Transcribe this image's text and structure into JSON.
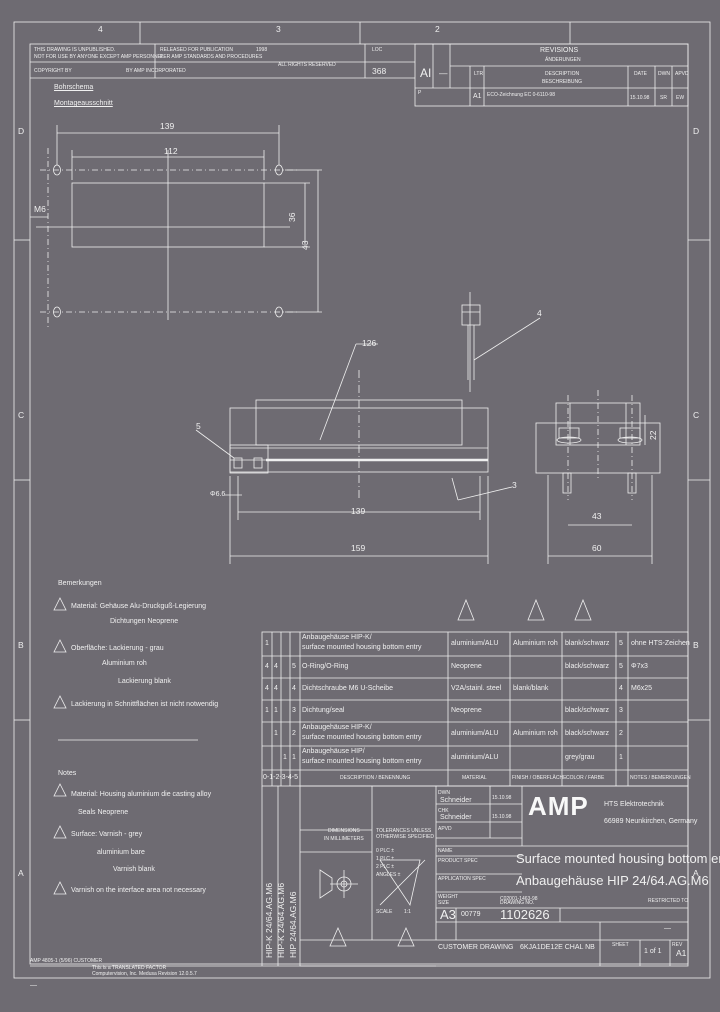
{
  "frame": {
    "cols_top": [
      "4",
      "3",
      "2"
    ],
    "rows_left": [
      "D",
      "C",
      "B",
      "A"
    ],
    "rows_right": [
      "D",
      "C",
      "B",
      "A"
    ]
  },
  "header": {
    "note1": "THIS DRAWING IS UNPUBLISHED.",
    "note2": "NOT FOR USE BY ANYONE EXCEPT AMP PERSONNEL",
    "copyright": "COPYRIGHT BY",
    "amp_inc": "BY AMP INCORPORATED",
    "released": "RELEASED FOR PUBLICATION",
    "year": "1998",
    "released2": "PER AMP STANDARDS AND PROCEDURES",
    "rights": "ALL RIGHTS RESERVED",
    "loc_label": "LOC",
    "loc": "368",
    "dist": "AI",
    "dist2": "—"
  },
  "revisions": {
    "title": "REVISIONS",
    "subtitle": "ÄNDERUNGEN",
    "col_ltr": "LTR",
    "col_desc": "DESCRIPTION",
    "col_desc_de": "BESCHREIBUNG",
    "col_date": "DATE",
    "col_dwn": "DWN",
    "col_apvd": "APVD",
    "row_p": "P",
    "row_ltr": "A1",
    "row_desc": "ECO-Zeichnung EC 0-6110-98",
    "row_date": "15.10.98",
    "row_dwn": "SR",
    "row_apvd": "EW"
  },
  "notes_top": {
    "l1": "Bohrschema",
    "l2": "Montageausschnitt"
  },
  "dims": {
    "d139a": "139",
    "d112": "112",
    "dm6": "M6",
    "d36": "36",
    "d43": "43",
    "d4": "4",
    "d126": "126",
    "d5": "5",
    "d66": "Φ6.6",
    "d139b": "139",
    "d3": "3",
    "d159": "159",
    "d43b": "43",
    "d60": "60",
    "d22": "22"
  },
  "remarks_de": {
    "title": "Bemerkungen",
    "r1": "Material: Gehäuse Alu-Druckguß-Legierung",
    "r1b": "Dichtungen Neoprene",
    "r2": "Oberfläche: Lackierung - grau",
    "r2b": "Aluminium roh",
    "r2c": "Lackierung blank",
    "r3": "Lackierung in Schnittflächen ist nicht notwendig"
  },
  "remarks_en": {
    "title": "Notes",
    "r1": "Material: Housing aluminium die casting alloy",
    "r1b": "Seals Neoprene",
    "r2": "Surface: Varnish - grey",
    "r2b": "aluminium bare",
    "r2c": "Varnish blank",
    "r3": "Varnish on the interface area not necessary"
  },
  "bom": {
    "rows": [
      {
        "q1": "1",
        "q2": "",
        "q3": "",
        "q4": "",
        "no": "",
        "desc1": "Anbaugehäuse HIP-K/",
        "desc2": "surface mounted housing bottom entry",
        "mat": "aluminium/ALU",
        "fin": "Aluminium roh",
        "col": "blank/schwarz",
        "pos": "5",
        "note": "ohne HTS-Zeichen"
      },
      {
        "q1": "4",
        "q2": "4",
        "q3": "",
        "q4": "",
        "no": "5",
        "desc1": "O-Ring/O-Ring",
        "desc2": "",
        "mat": "Neoprene",
        "fin": "",
        "col": "black/schwarz",
        "pos": "5",
        "note": "Φ7x3"
      },
      {
        "q1": "4",
        "q2": "4",
        "q3": "",
        "q4": "",
        "no": "4",
        "desc1": "Dichtschraube M6 U-Scheibe",
        "desc2": "",
        "mat": "V2A/stainl. steel",
        "fin": "blank/blank",
        "col": "",
        "pos": "4",
        "note": "M6x25"
      },
      {
        "q1": "1",
        "q2": "1",
        "q3": "",
        "q4": "",
        "no": "3",
        "desc1": "Dichtung/seal",
        "desc2": "",
        "mat": "Neoprene",
        "fin": "",
        "col": "black/schwarz",
        "pos": "3",
        "note": ""
      },
      {
        "q1": "",
        "q2": "1",
        "q3": "",
        "q4": "",
        "no": "2",
        "desc1": "Anbaugehäuse HIP-K/",
        "desc2": "surface mounted housing bottom entry",
        "mat": "aluminium/ALU",
        "fin": "Aluminium roh",
        "col": "black/schwarz",
        "pos": "2",
        "note": ""
      },
      {
        "q1": "",
        "q2": "",
        "q3": "1",
        "q4": "",
        "no": "1",
        "desc1": "Anbaugehäuse HIP/",
        "desc2": "surface mounted housing bottom entry",
        "mat": "aluminium/ALU",
        "fin": "",
        "col": "grey/grau",
        "pos": "1",
        "note": ""
      }
    ],
    "footer_qty": "0-1-2-3-4-5",
    "footer_desc": "DESCRIPTION / BENENNUNG",
    "footer_mat": "MATERIAL",
    "footer_fin": "FINISH / OBERFLÄCHE",
    "footer_col": "COLOR / FARBE",
    "footer_note": "NOTES / BEMERKUNGEN"
  },
  "titleblock": {
    "dwn": "DWN",
    "dwn_name": "Schneider",
    "dwn_date": "15.10.98",
    "chk": "CHK",
    "chk_name": "Schneider",
    "chk_date": "15.10.98",
    "apvd": "APVD",
    "dims_label": "DIMENSIONS",
    "dims_unit": "IN MILLIMETERS",
    "tol_label": "TOLERANCES UNLESS OTHERWISE SPECIFIED",
    "tol1": "0 PLC ±",
    "tol2": "1 PLC ±",
    "tol3": "2 PLC ±",
    "tol4": "ANGLES ±",
    "scale_label": "SCALE",
    "scale": "1:1",
    "prod_spec": "PRODUCT SPEC",
    "app_spec": "APPLICATION SPEC",
    "weight": "WEIGHT",
    "customer": "CUSTOMER DRAWING",
    "logo": "AMP",
    "company1": "HTS Elektrotechnik",
    "company2": "66989 Neunkirchen, Germany",
    "name_label": "NAME",
    "title1": "Surface mounted housing bottom entry",
    "title2": "Anbaugehäuse HIP 24/64.AG.M6",
    "size_label": "SIZE",
    "size": "A3",
    "cage": "00779",
    "dwg_no_label": "DRAWING NO.",
    "dwg_no": "1102626",
    "rest": "RESTRICTED TO",
    "dash": "—",
    "doc_no": "6KJA1DE12E CHAL NB",
    "sheet_label": "SHEET",
    "sheet": "1 of 1",
    "rev_label": "REV",
    "rev": "A1",
    "model": "C02001-1463-98"
  },
  "vertical_titles": {
    "v1": "HIP-K 24/64.AG.M6",
    "v2": "HIP-K 24/64.AG.M6",
    "v3": "HIP 24/64.AG.M6"
  },
  "footer": {
    "left": "AMP 4805-1 (5/96) CUSTOMER",
    "f1": "This is a TRANSLATED FACTOR",
    "f2": "Computervision, Inc. Medusa Revision 12.0.5.7",
    "dash": "—"
  }
}
